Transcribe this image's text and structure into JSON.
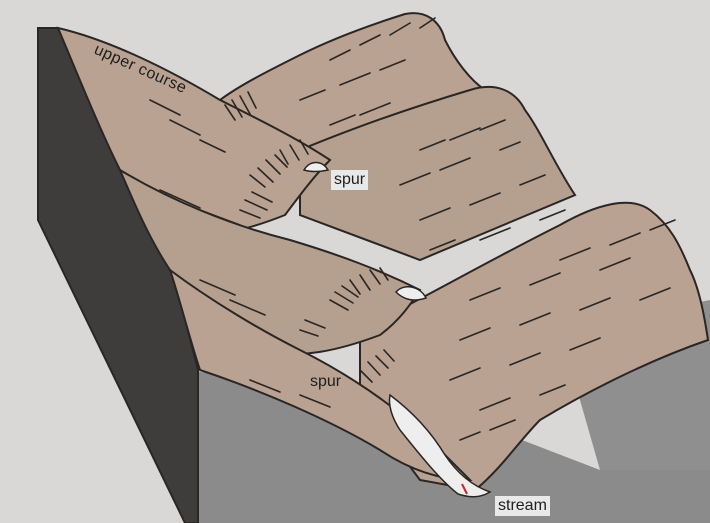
{
  "labels": {
    "upper_course": "upper course",
    "spur_top": "spur",
    "spur_bottom": "spur",
    "stream": "stream"
  },
  "colors": {
    "background": "#d9d8d6",
    "hillside": "#b9a291",
    "cross_section": "#3f3d3c",
    "valley_floor": "#8b8b8b",
    "stream": "#eeeeee",
    "outline": "#2a2624"
  }
}
